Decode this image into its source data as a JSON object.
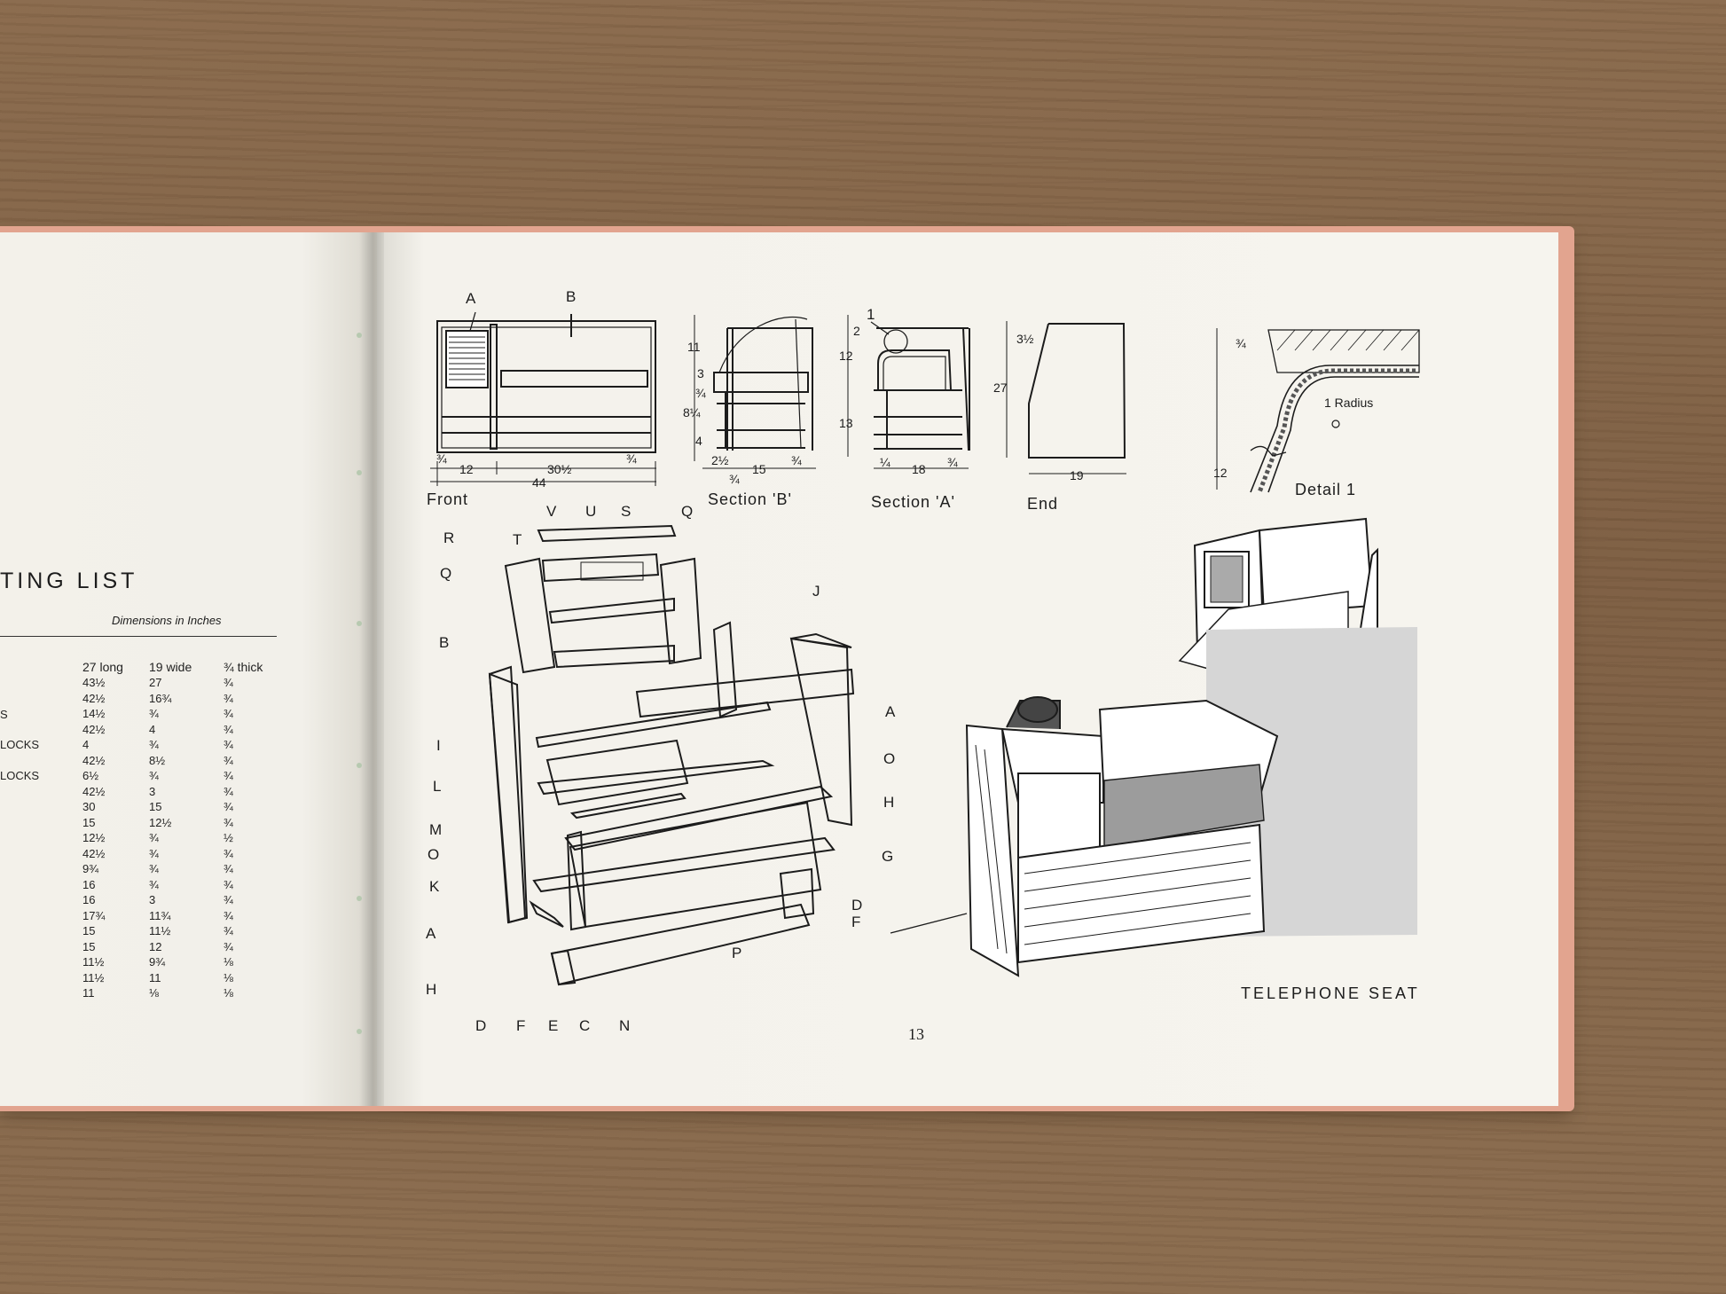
{
  "left_page": {
    "title_fragment": "TING LIST",
    "units_label": "Dimensions in Inches",
    "headers": [
      "27 long",
      "19 wide",
      "¾ thick"
    ],
    "row_labels": [
      "S",
      "LOCKS",
      "LOCKS"
    ],
    "rows": [
      [
        "43½",
        "27",
        "¾"
      ],
      [
        "42½",
        "16¾",
        "¾"
      ],
      [
        "14½",
        "¾",
        "¾"
      ],
      [
        "42½",
        "4",
        "¾"
      ],
      [
        "4",
        "¾",
        "¾"
      ],
      [
        "42½",
        "8½",
        "¾"
      ],
      [
        "6½",
        "¾",
        "¾"
      ],
      [
        "42½",
        "3",
        "¾"
      ],
      [
        "30",
        "15",
        "¾"
      ],
      [
        "15",
        "12½",
        "¾"
      ],
      [
        "12½",
        "¾",
        "½"
      ],
      [
        "42½",
        "¾",
        "¾"
      ],
      [
        "9¾",
        "¾",
        "¾"
      ],
      [
        "16",
        "¾",
        "¾"
      ],
      [
        "16",
        "3",
        "¾"
      ],
      [
        "17¾",
        "11¾",
        "¾"
      ],
      [
        "15",
        "11½",
        "¾"
      ],
      [
        "15",
        "12",
        "¾"
      ],
      [
        "11½",
        "9¾",
        "⅛"
      ],
      [
        "11½",
        "11",
        "⅛"
      ],
      [
        "11",
        "⅛",
        "⅛"
      ]
    ]
  },
  "right_page": {
    "view_labels": {
      "front": "Front",
      "section_b": "Section 'B'",
      "section_a": "Section 'A'",
      "end": "End",
      "detail": "Detail 1"
    },
    "detail_note": "1 Radius",
    "front_dims": {
      "top_a": "A",
      "top_b": "B",
      "d1": "¾",
      "d2": "12",
      "d3": "30½",
      "d4": "¾",
      "total": "44"
    },
    "section_b_dims": {
      "h1": "11",
      "h2": "3",
      "h3": "¾",
      "h4": "8¼",
      "h5": "4",
      "w1": "2½",
      "w2": "15",
      "w3": "¾",
      "w4": "¾"
    },
    "section_a_dims": {
      "marker": "1",
      "h1": "2",
      "h2": "12",
      "h3": "13",
      "w1": "¼",
      "w2": "18",
      "w3": "¾"
    },
    "end_dims": {
      "top": "3½",
      "height": "27",
      "width": "19"
    },
    "detail_dims": {
      "top": "¾",
      "height": "12"
    },
    "part_labels": [
      {
        "id": "V",
        "text": "V"
      },
      {
        "id": "U",
        "text": "U"
      },
      {
        "id": "S",
        "text": "S"
      },
      {
        "id": "Q1",
        "text": "Q"
      },
      {
        "id": "R",
        "text": "R"
      },
      {
        "id": "T",
        "text": "T"
      },
      {
        "id": "Q2",
        "text": "Q"
      },
      {
        "id": "J",
        "text": "J"
      },
      {
        "id": "B",
        "text": "B"
      },
      {
        "id": "A1",
        "text": "A"
      },
      {
        "id": "I",
        "text": "I"
      },
      {
        "id": "O1",
        "text": "O"
      },
      {
        "id": "L",
        "text": "L"
      },
      {
        "id": "H1",
        "text": "H"
      },
      {
        "id": "M",
        "text": "M"
      },
      {
        "id": "O2",
        "text": "O"
      },
      {
        "id": "G",
        "text": "G"
      },
      {
        "id": "K",
        "text": "K"
      },
      {
        "id": "D1",
        "text": "D"
      },
      {
        "id": "F1",
        "text": "F"
      },
      {
        "id": "A2",
        "text": "A"
      },
      {
        "id": "P",
        "text": "P"
      },
      {
        "id": "H2",
        "text": "H"
      },
      {
        "id": "D2",
        "text": "D"
      },
      {
        "id": "F2",
        "text": "F"
      },
      {
        "id": "E",
        "text": "E"
      },
      {
        "id": "C",
        "text": "C"
      },
      {
        "id": "N",
        "text": "N"
      }
    ],
    "product_title": "TELEPHONE SEAT",
    "page_number": "13"
  },
  "colors": {
    "wood_table": "#7d5e42",
    "paper": "#f5f3ed",
    "cover": "#e2a48f",
    "ink": "#1c1c1c"
  }
}
